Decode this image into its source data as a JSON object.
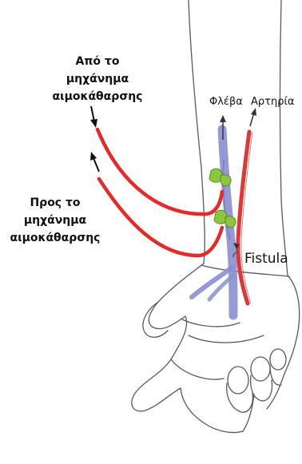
{
  "labels": {
    "from_machine": [
      "Από το",
      "μηχάνημα",
      "αιμοκάθαρσης"
    ],
    "to_machine": [
      "Προς το",
      "μηχάνημα",
      "αιμοκάθαρσης"
    ],
    "vein": "Φλέβα",
    "artery": "Αρτηρία",
    "fistula": "Fistula"
  },
  "colors": {
    "tube": "#e32b2b",
    "artery": "#d63a3a",
    "vein": "#8a8fd0",
    "clamp": "#8cc63f",
    "outline": "#5a5a5a"
  }
}
